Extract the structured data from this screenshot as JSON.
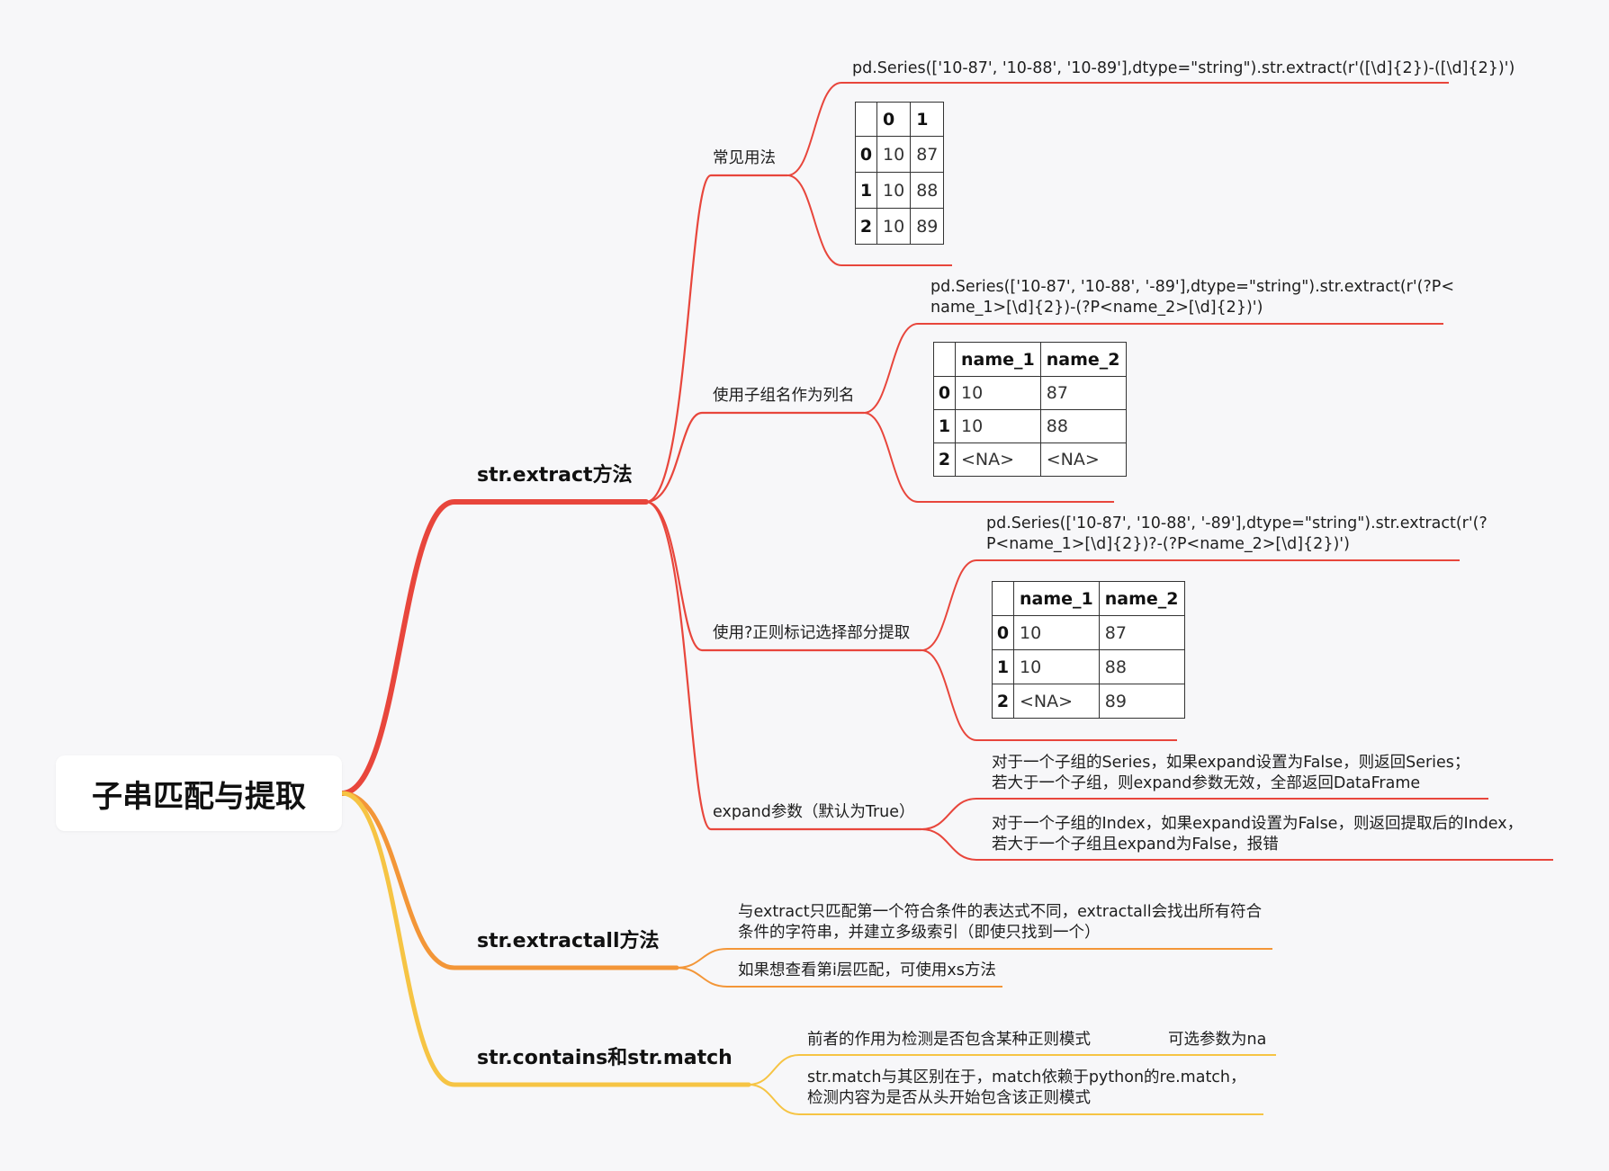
{
  "root": {
    "label": "子串匹配与提取"
  },
  "colors": {
    "red": "#e8463c",
    "orange": "#f39638",
    "yellow": "#f6c444"
  },
  "extract": {
    "label": "str.extract方法",
    "common": {
      "label": "常见用法",
      "code": "pd.Series(['10-87', '10-88', '10-89'],dtype=\"string\").str.extract(r'([\\d]{2})-([\\d]{2})')",
      "table": {
        "header": [
          "",
          "0",
          "1"
        ],
        "rows": [
          [
            "0",
            "10",
            "87"
          ],
          [
            "1",
            "10",
            "88"
          ],
          [
            "2",
            "10",
            "89"
          ]
        ]
      }
    },
    "named": {
      "label": "使用子组名作为列名",
      "code_line1": "pd.Series(['10-87', '10-88', '-89'],dtype=\"string\").str.extract(r'(?P<",
      "code_line2": "name_1>[\\d]{2})-(?P<name_2>[\\d]{2})')",
      "table": {
        "header": [
          "",
          "name_1",
          "name_2"
        ],
        "rows": [
          [
            "0",
            "10",
            "87"
          ],
          [
            "1",
            "10",
            "88"
          ],
          [
            "2",
            "<NA>",
            "<NA>"
          ]
        ]
      }
    },
    "optional": {
      "label": "使用?正则标记选择部分提取",
      "code_line1": "pd.Series(['10-87', '10-88', '-89'],dtype=\"string\").str.extract(r'(?",
      "code_line2": "P<name_1>[\\d]{2})?-(?P<name_2>[\\d]{2})')",
      "table": {
        "header": [
          "",
          "name_1",
          "name_2"
        ],
        "rows": [
          [
            "0",
            "10",
            "87"
          ],
          [
            "1",
            "10",
            "88"
          ],
          [
            "2",
            "<NA>",
            "89"
          ]
        ]
      }
    },
    "expand": {
      "label": "expand参数（默认为True）",
      "note1_line1": "对于一个子组的Series，如果expand设置为False，则返回Series；",
      "note1_line2": "若大于一个子组，则expand参数无效，全部返回DataFrame",
      "note2_line1": "对于一个子组的Index，如果expand设置为False，则返回提取后的Index，",
      "note2_line2": "若大于一个子组且expand为False，报错"
    }
  },
  "extractall": {
    "label": "str.extractall方法",
    "note1_line1": "与extract只匹配第一个符合条件的表达式不同，extractall会找出所有符合",
    "note1_line2": "条件的字符串，并建立多级索引（即使只找到一个）",
    "note2": "如果想查看第i层匹配，可使用xs方法"
  },
  "contains": {
    "label": "str.contains和str.match",
    "note1": "前者的作用为检测是否包含某种正则模式",
    "note1_sub": "可选参数为na",
    "note2_line1": "str.match与其区别在于，match依赖于python的re.match，",
    "note2_line2": "检测内容为是否从头开始包含该正则模式"
  }
}
